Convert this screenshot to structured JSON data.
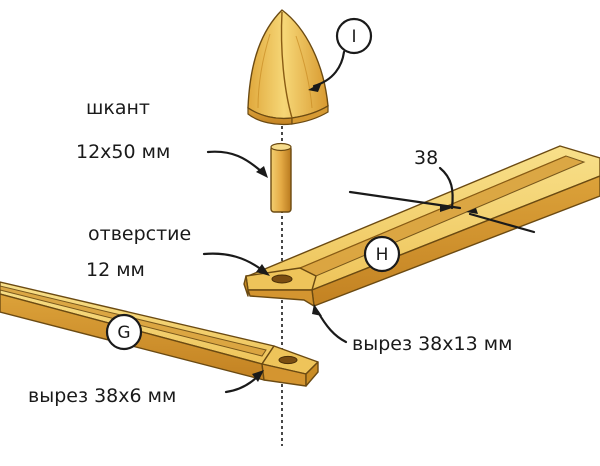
{
  "labels": {
    "dowel_line1": "шкант",
    "dowel_line2": "12x50 мм",
    "hole_line1": "отверстие",
    "hole_line2": "12 мм",
    "cut_h": "вырез 38x13 мм",
    "cut_g": "вырез 38x6 мм",
    "width_dim": "38"
  },
  "callouts": {
    "finial": "I",
    "beam_h": "H",
    "beam_g": "G"
  },
  "colors": {
    "wood_light": "#f5d879",
    "wood_mid": "#e9bb4a",
    "wood_dark": "#c98c24",
    "outline": "#6b4a12",
    "ink": "#1a1a1a"
  }
}
